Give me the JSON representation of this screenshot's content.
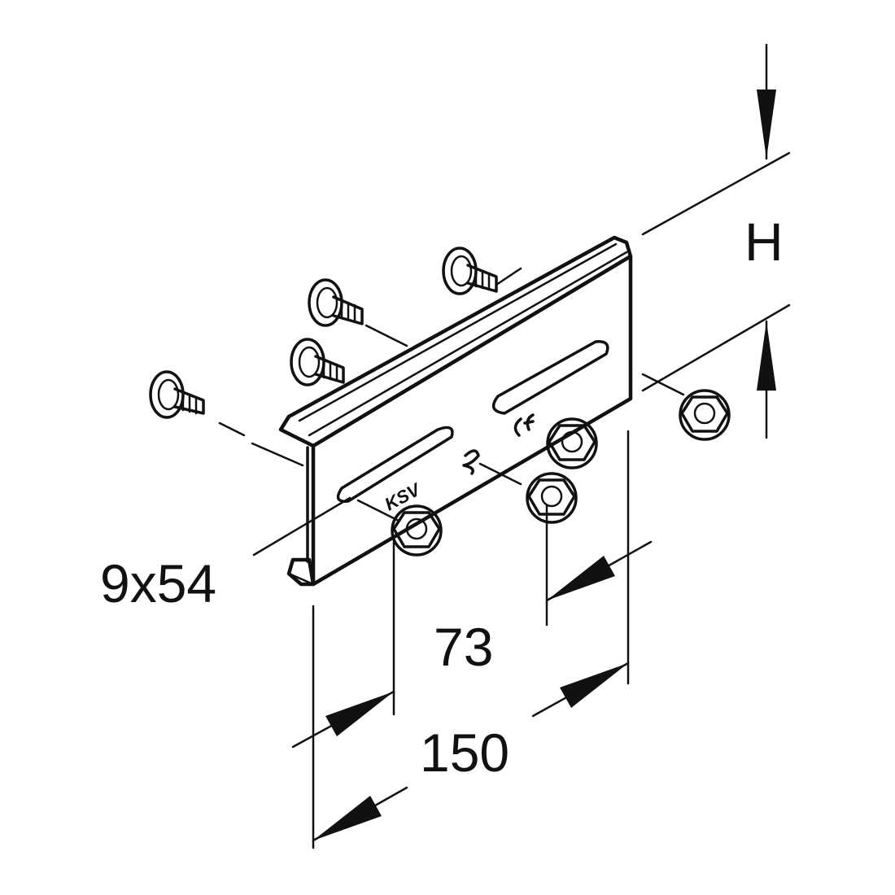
{
  "diagram": {
    "dimensions": {
      "slot": "9x54",
      "hole_spacing": "73",
      "length": "150",
      "height": "H"
    },
    "stamp": "KSV",
    "colors": {
      "line": "#111111",
      "background": "#ffffff",
      "hardware_fill": "#d0d0d0"
    }
  }
}
